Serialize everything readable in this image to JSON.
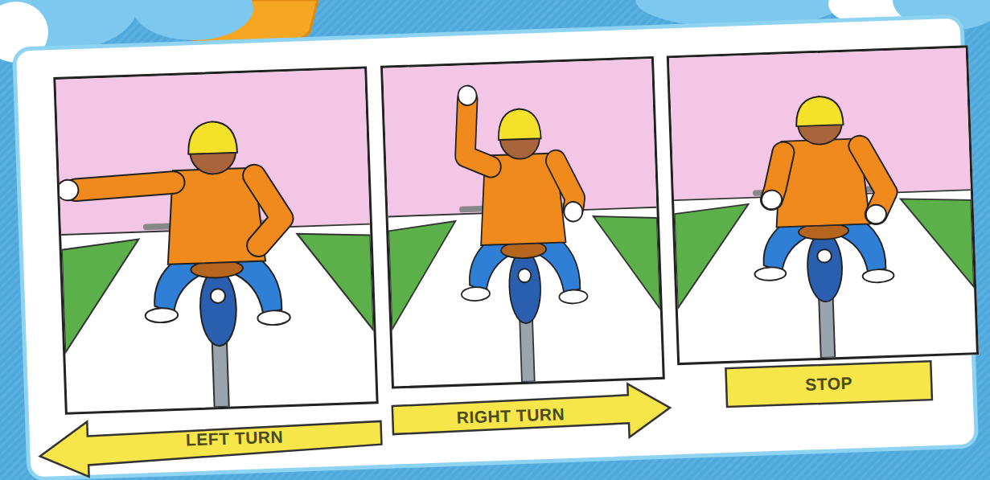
{
  "diagram": {
    "nodes": [
      {
        "text": [
          "LEFT TURN"
        ]
      },
      {
        "text": [
          "RIGHT TURN"
        ]
      },
      {
        "text": [
          "STOP"
        ]
      }
    ]
  }
}
